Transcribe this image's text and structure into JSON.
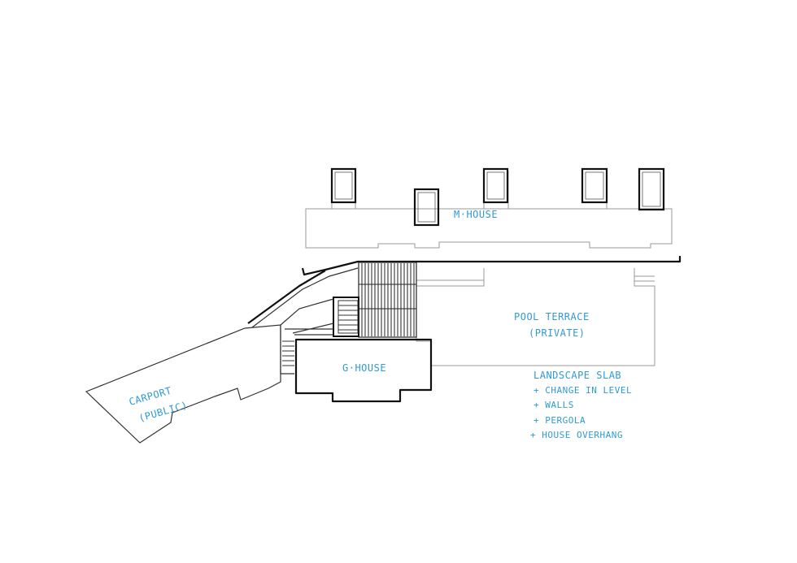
{
  "labels": {
    "m_house": "M·HOUSE",
    "pool_terrace_l1": "POOL TERRACE",
    "pool_terrace_l2": "(PRIVATE)",
    "g_house": "G·HOUSE",
    "carport_l1": "CARPORT",
    "carport_l2": "(PUBLIC)",
    "landscape_title": "LANDSCAPE SLAB",
    "landscape_items": [
      "+ CHANGE IN LEVEL",
      "+ WALLS",
      "+ PERGOLA",
      "+ HOUSE OVERHANG"
    ]
  },
  "colors": {
    "annotation": "#2f9ad6",
    "linework": "#111111",
    "light_linework": "#9a9a9a"
  }
}
